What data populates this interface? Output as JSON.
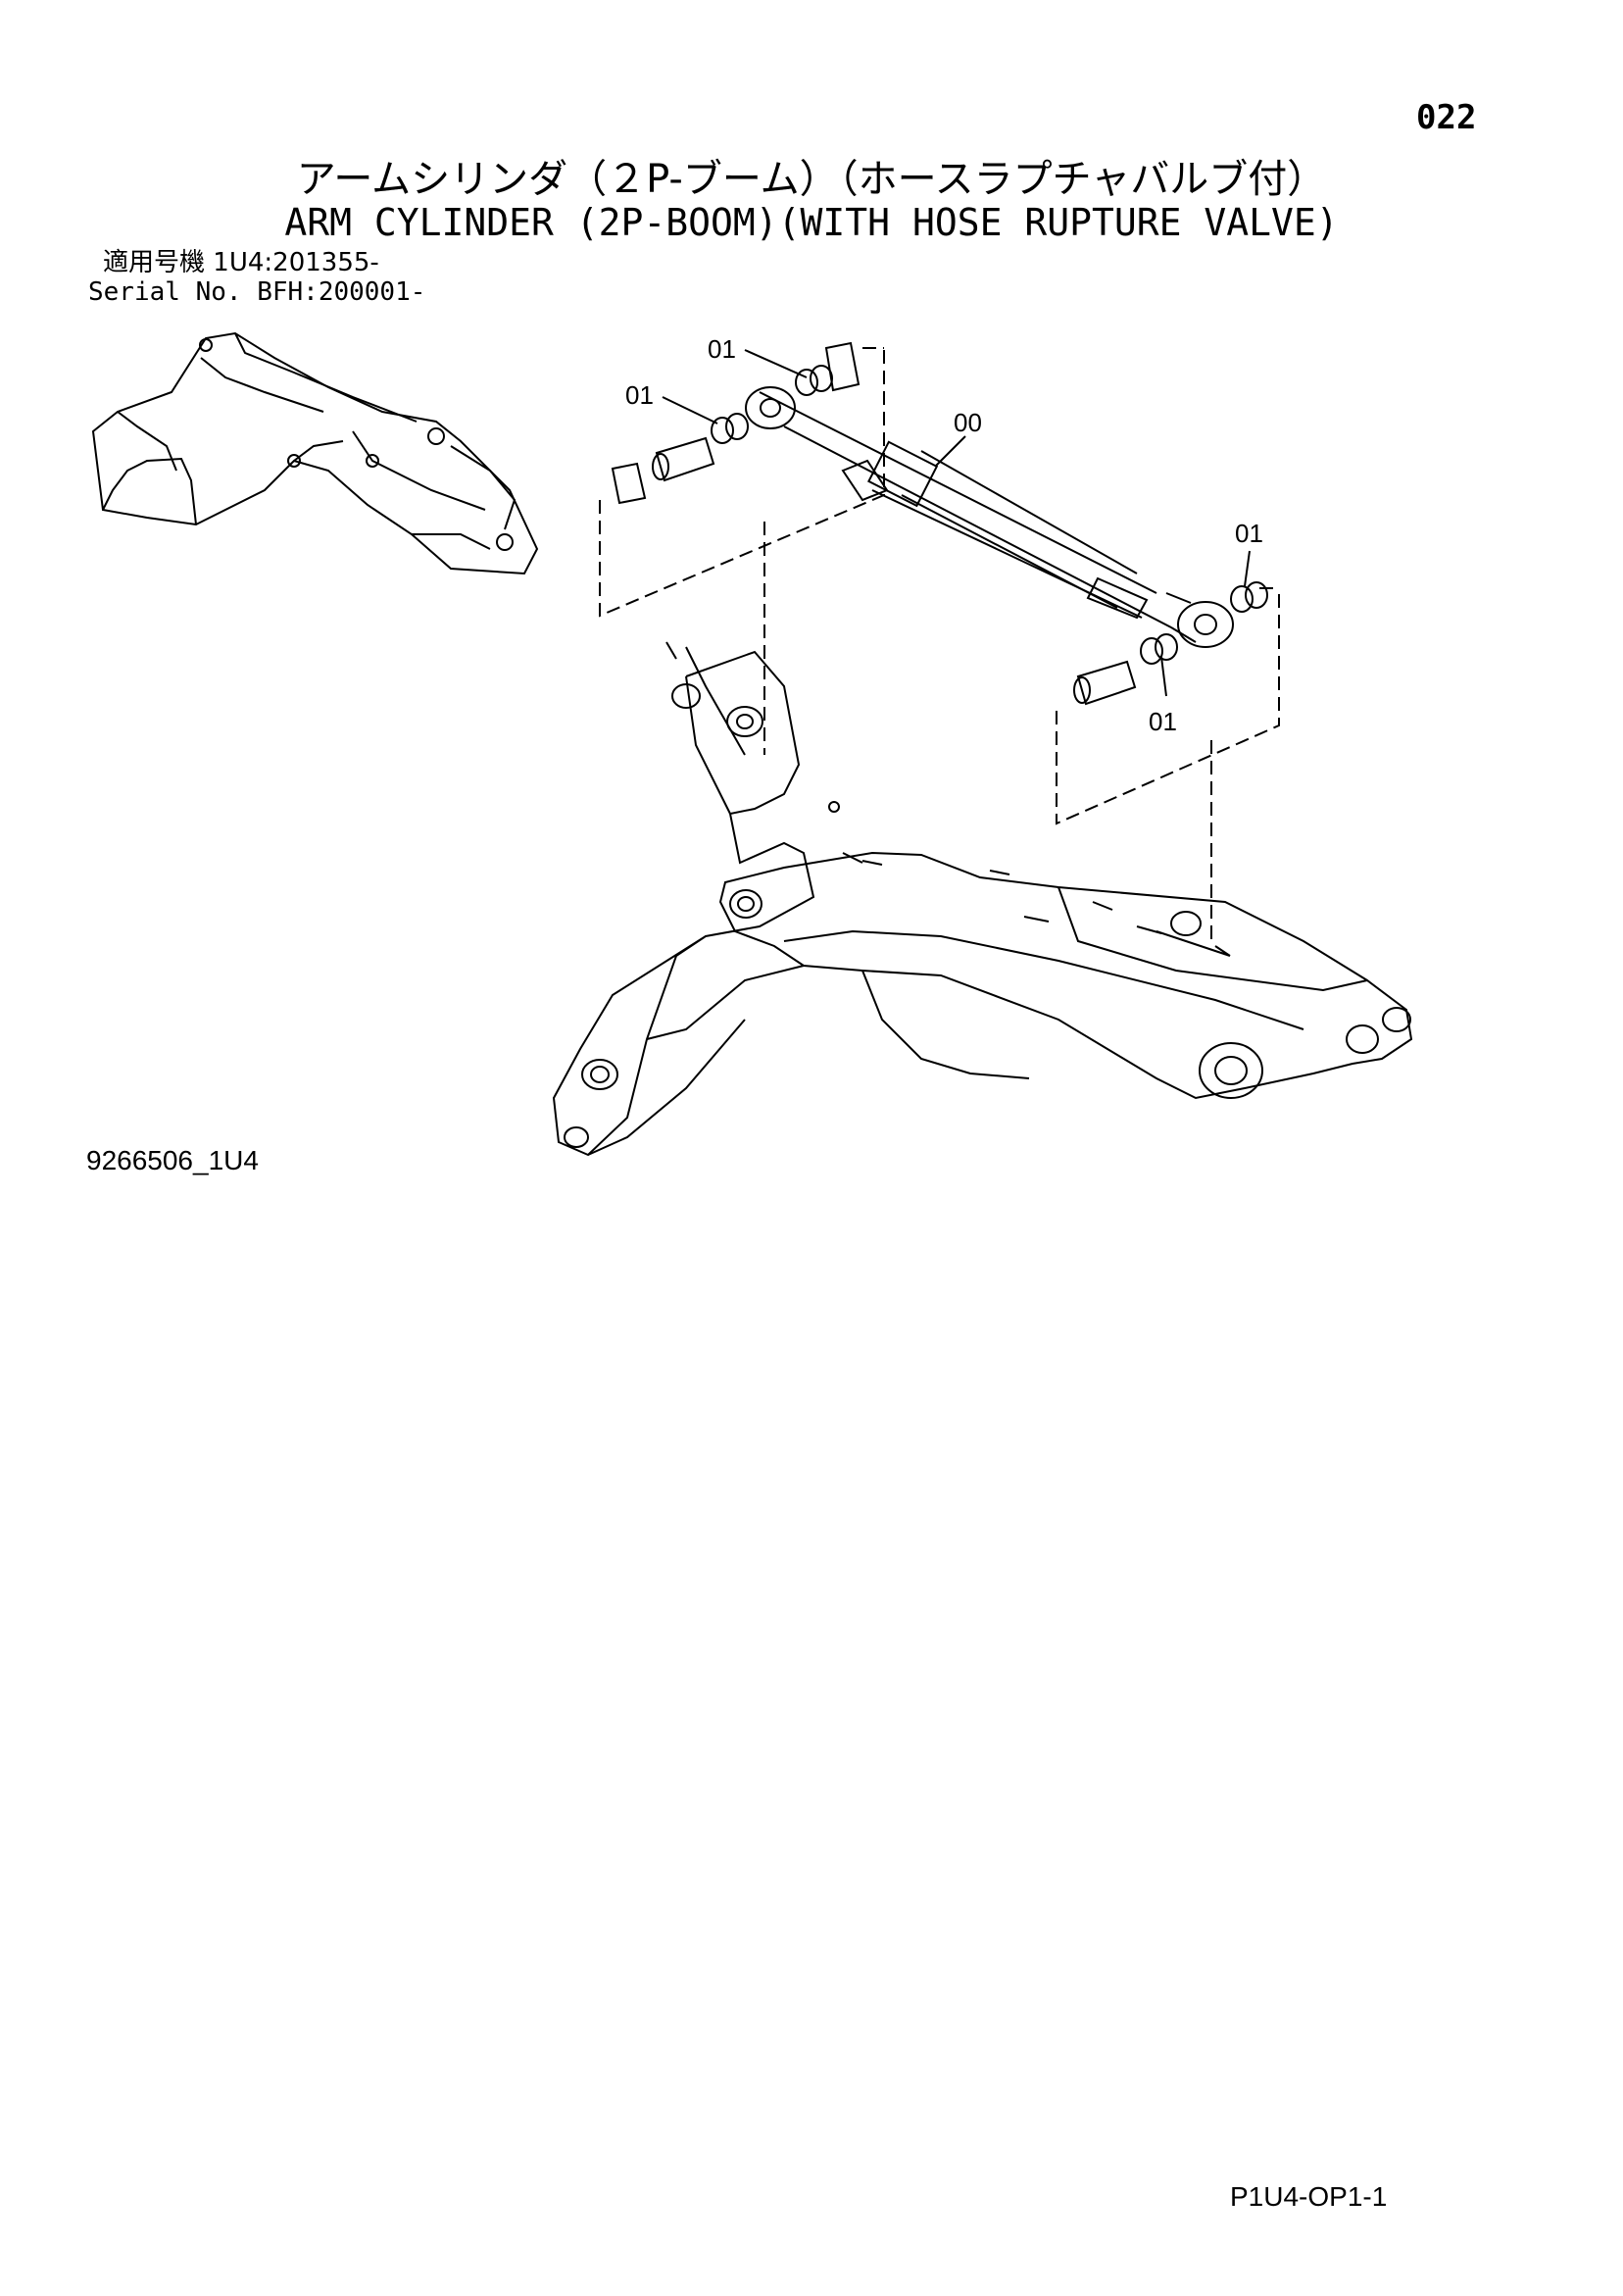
{
  "header": {
    "page_number": "022",
    "title_jp": "アームシリンダ（２P-ブーム）（ホースラプチャバルブ付）",
    "title_en": "ARM CYLINDER (2P-BOOM)(WITH HOSE RUPTURE VALVE)"
  },
  "serial": {
    "jp_label": "適用号機",
    "jp_value": "1U4:201355-",
    "en_label": "Serial No.",
    "en_value": "BFH:200001-"
  },
  "callouts": [
    "01",
    "01",
    "00",
    "01",
    "01"
  ],
  "footer": {
    "figure_id": "9266506_1U4",
    "page_code": "P1U4-OP1-1"
  }
}
